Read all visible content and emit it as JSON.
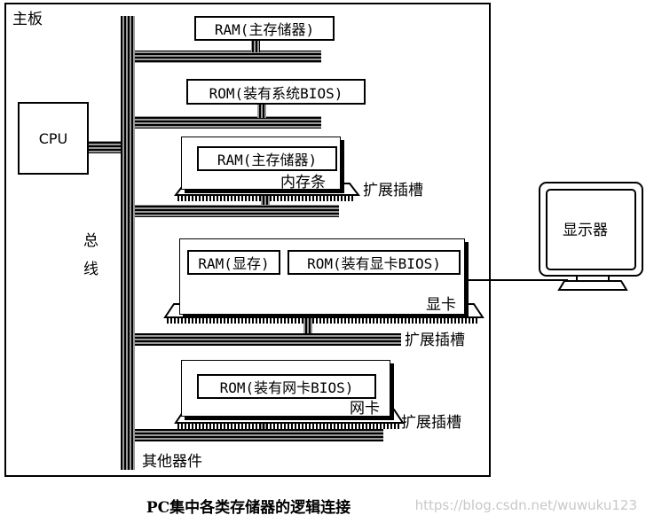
{
  "board_label": "主板",
  "bus_label": [
    "总",
    "线"
  ],
  "cpu_label": "CPU",
  "ram1_label": "RAM(主存储器)",
  "rom_sys_label": "ROM(装有系统BIOS)",
  "ram2_label": "RAM(主存储器)",
  "memory_stick_label": "内存条",
  "slot1_label": "扩展插槽",
  "vram_label": "RAM(显存)",
  "rom_video_label": "ROM(装有显卡BIOS)",
  "graphics_card_label": "显卡",
  "slot2_label": "扩展插槽",
  "rom_nic_label": "ROM(装有网卡BIOS)",
  "nic_label": "网卡",
  "slot3_label": "扩展插槽",
  "other_devices_label": "其他器件",
  "monitor_label": "显示器",
  "caption": "PC集中各类存储器的逻辑连接",
  "watermark": "https://blog.csdn.net/wuwuku123",
  "colors": {
    "bus_fill": "#9a9a9a",
    "bus_line": "#000000"
  }
}
